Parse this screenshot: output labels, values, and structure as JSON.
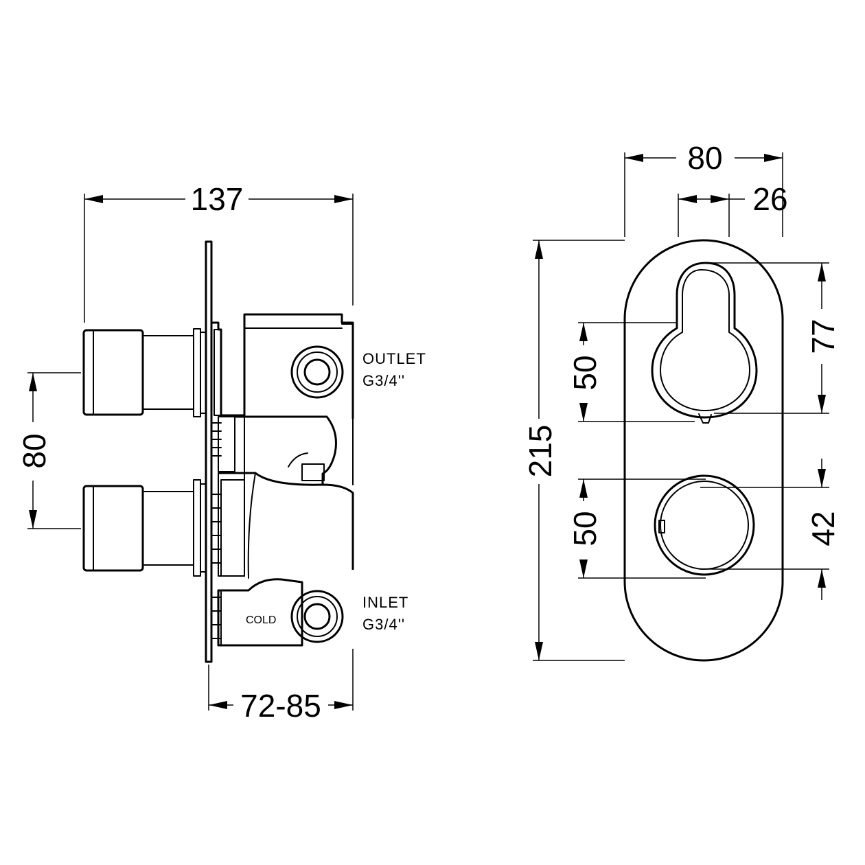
{
  "side_view": {
    "dimensions": {
      "overall_depth": "137",
      "handle_spacing": "80",
      "wall_depth_range": "72-85"
    },
    "labels": {
      "outlet_title": "OUTLET",
      "outlet_thread": "G3/4''",
      "inlet_title": "INLET",
      "inlet_thread": "G3/4''",
      "cold": "COLD"
    }
  },
  "front_view": {
    "dimensions": {
      "plate_width": "80",
      "handle_offset": "26",
      "plate_height": "215",
      "upper_handle_height": "50",
      "lower_handle_height": "50",
      "upper_span": "77",
      "lower_span": "42"
    }
  }
}
